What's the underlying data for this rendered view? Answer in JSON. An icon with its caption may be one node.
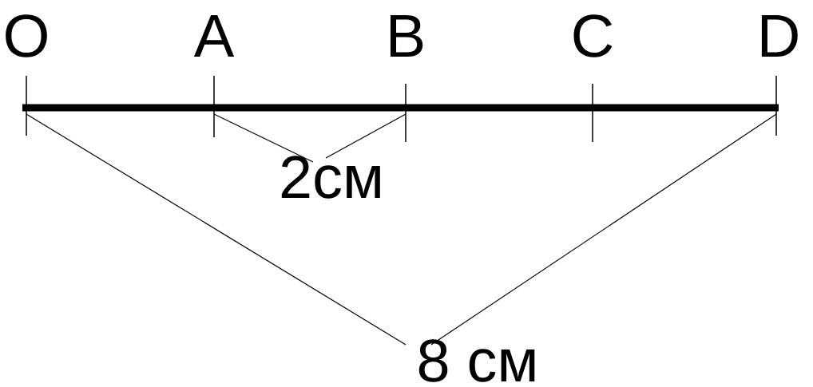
{
  "diagram": {
    "labels": [
      "O",
      "A",
      "B",
      "C",
      "D",
      "2см",
      "8 см"
    ]
  }
}
